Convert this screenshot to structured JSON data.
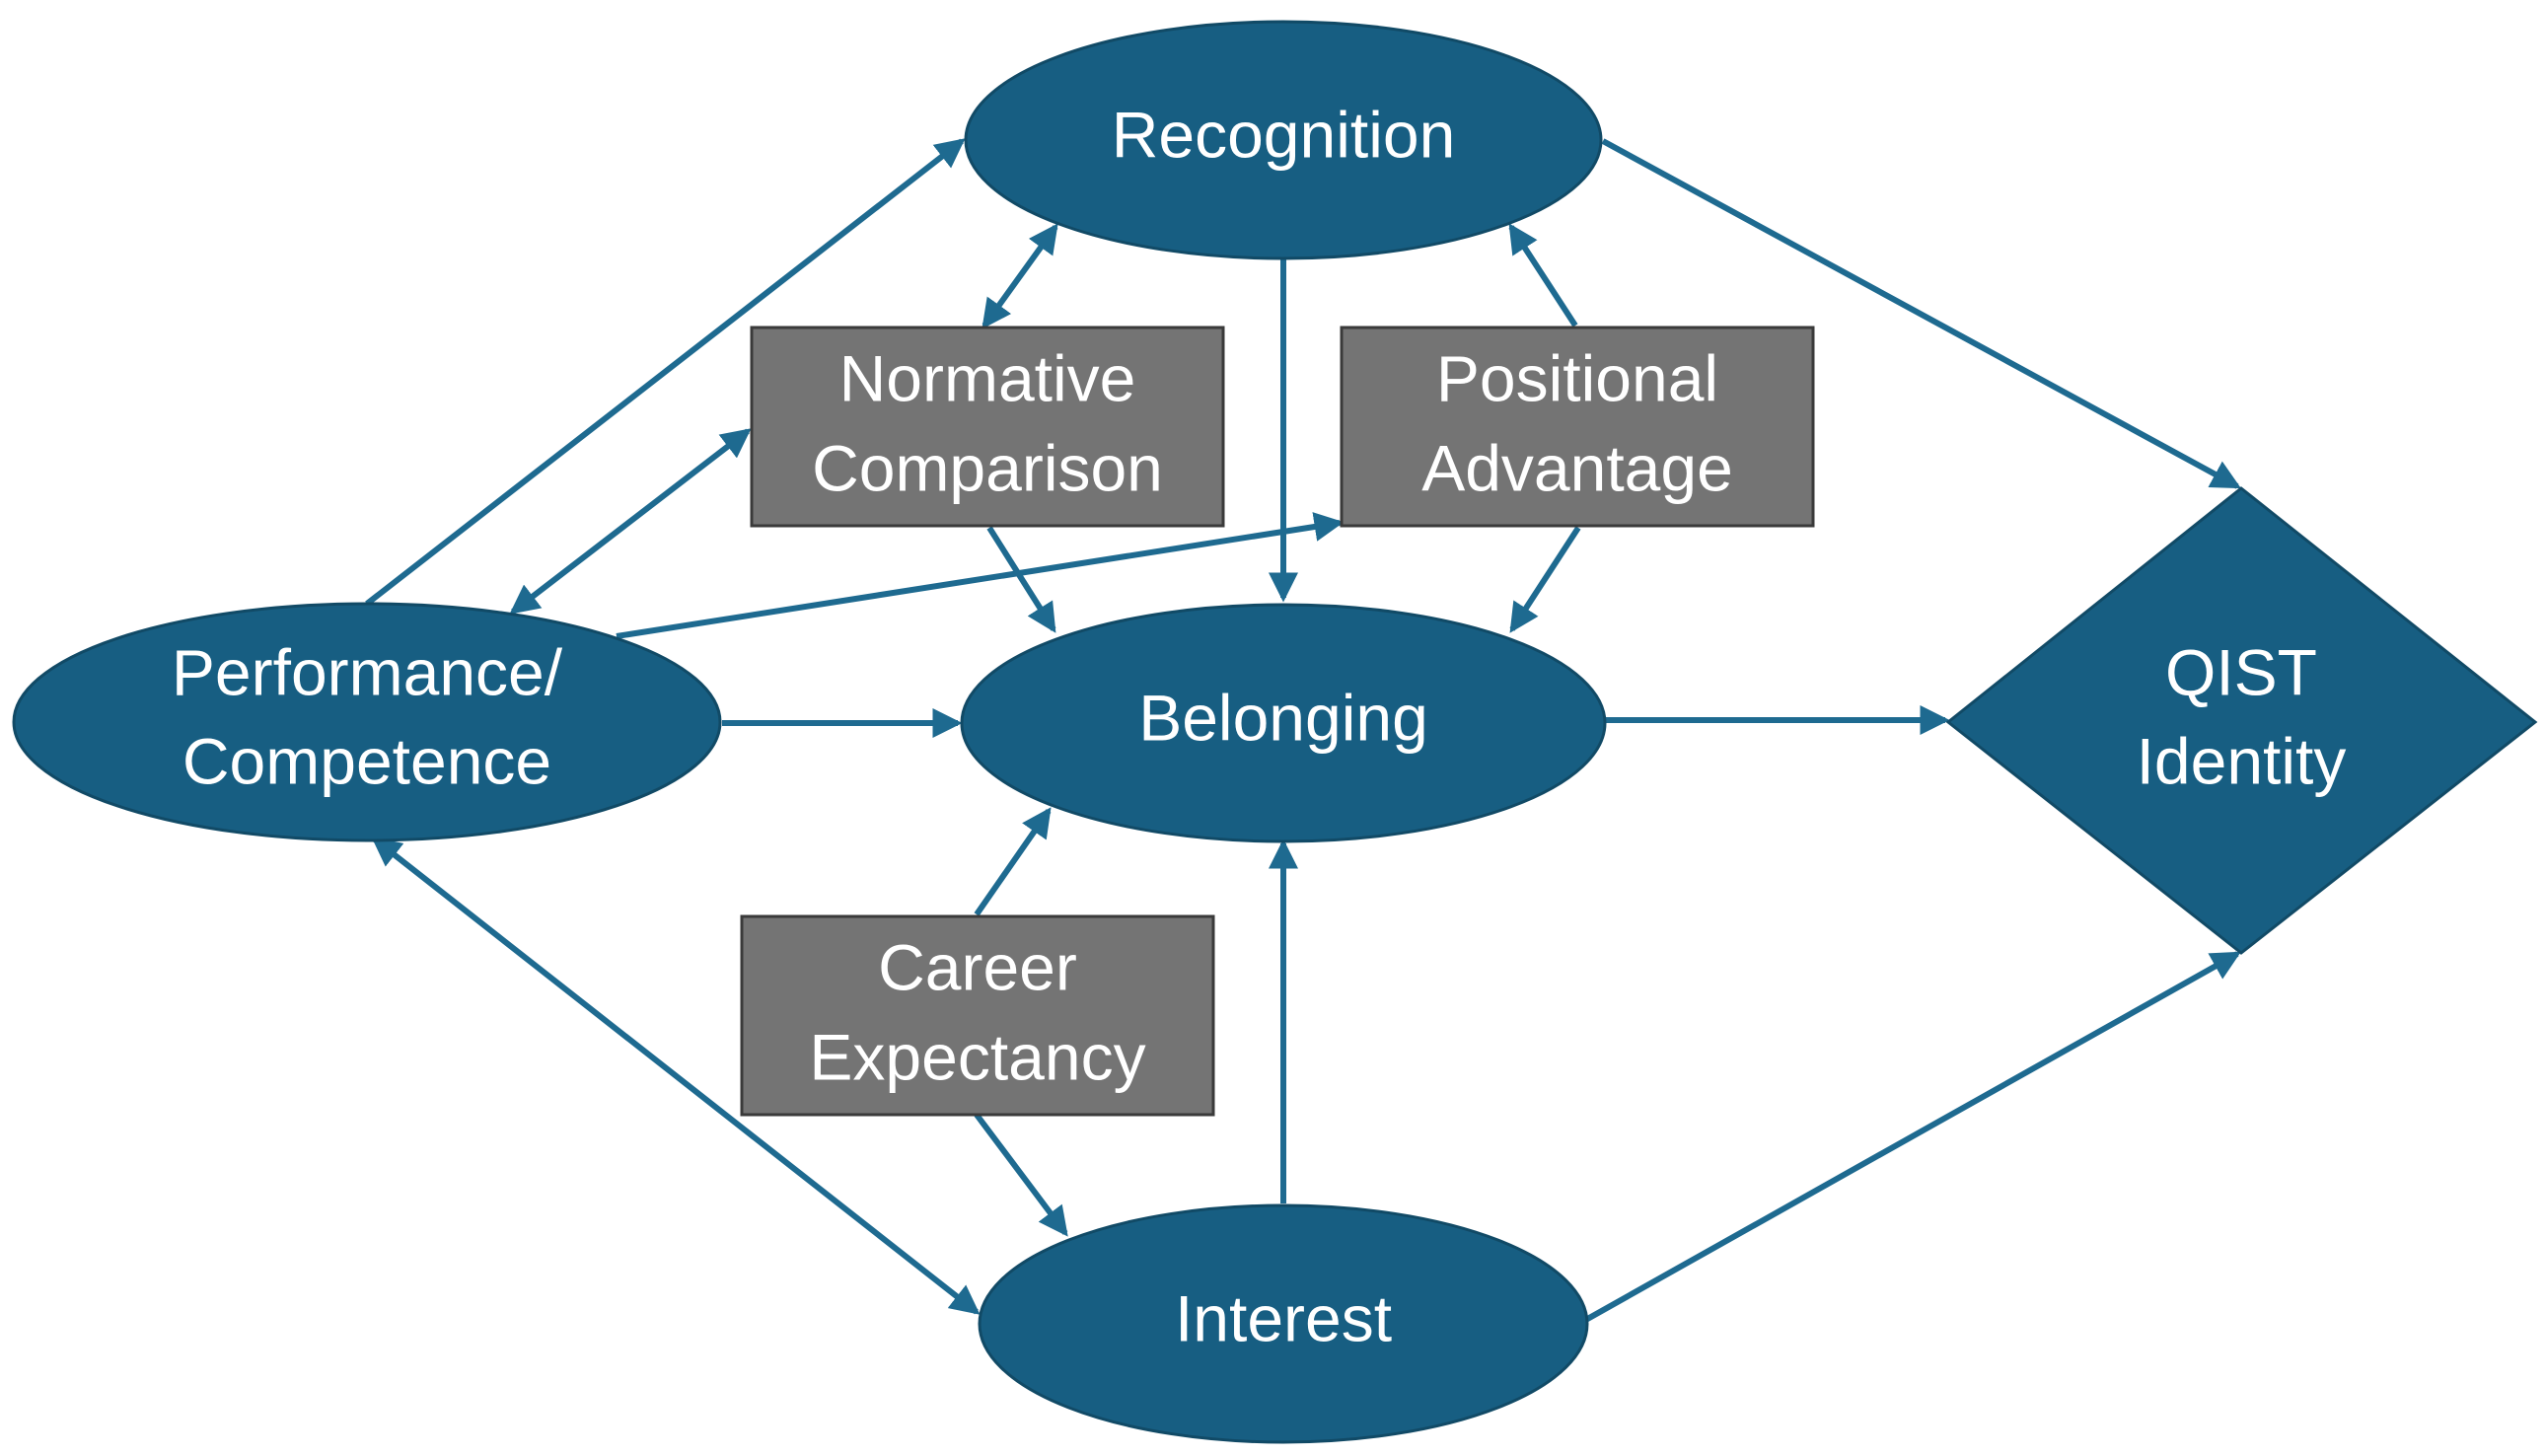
{
  "colors": {
    "node_fill": "#175e82",
    "box_fill": "#747474",
    "edge": "#1e6a90",
    "text": "#ffffff"
  },
  "nodes": {
    "recognition": {
      "lines": [
        "Recognition"
      ]
    },
    "belonging": {
      "lines": [
        "Belonging"
      ]
    },
    "interest": {
      "lines": [
        "Interest"
      ]
    },
    "performance": {
      "lines": [
        "Performance/",
        "Competence"
      ]
    },
    "qist": {
      "lines": [
        "QIST",
        "Identity"
      ]
    },
    "normative": {
      "lines": [
        "Normative",
        "Comparison"
      ]
    },
    "positional": {
      "lines": [
        "Positional",
        "Advantage"
      ]
    },
    "career": {
      "lines": [
        "Career",
        "Expectancy"
      ]
    }
  },
  "edges": [
    {
      "from": "performance",
      "to": "recognition",
      "direction": "forward"
    },
    {
      "from": "performance",
      "to": "normative",
      "direction": "both"
    },
    {
      "from": "performance",
      "to": "positional",
      "direction": "forward"
    },
    {
      "from": "performance",
      "to": "belonging",
      "direction": "forward"
    },
    {
      "from": "performance",
      "to": "interest",
      "direction": "both"
    },
    {
      "from": "normative",
      "to": "recognition",
      "direction": "both"
    },
    {
      "from": "normative",
      "to": "belonging",
      "direction": "forward"
    },
    {
      "from": "positional",
      "to": "recognition",
      "direction": "forward"
    },
    {
      "from": "positional",
      "to": "belonging",
      "direction": "forward"
    },
    {
      "from": "recognition",
      "to": "belonging",
      "direction": "forward"
    },
    {
      "from": "recognition",
      "to": "qist",
      "direction": "forward"
    },
    {
      "from": "belonging",
      "to": "qist",
      "direction": "forward"
    },
    {
      "from": "interest",
      "to": "qist",
      "direction": "forward"
    },
    {
      "from": "interest",
      "to": "belonging",
      "direction": "forward"
    },
    {
      "from": "career",
      "to": "belonging",
      "direction": "forward"
    },
    {
      "from": "career",
      "to": "interest",
      "direction": "forward"
    }
  ]
}
